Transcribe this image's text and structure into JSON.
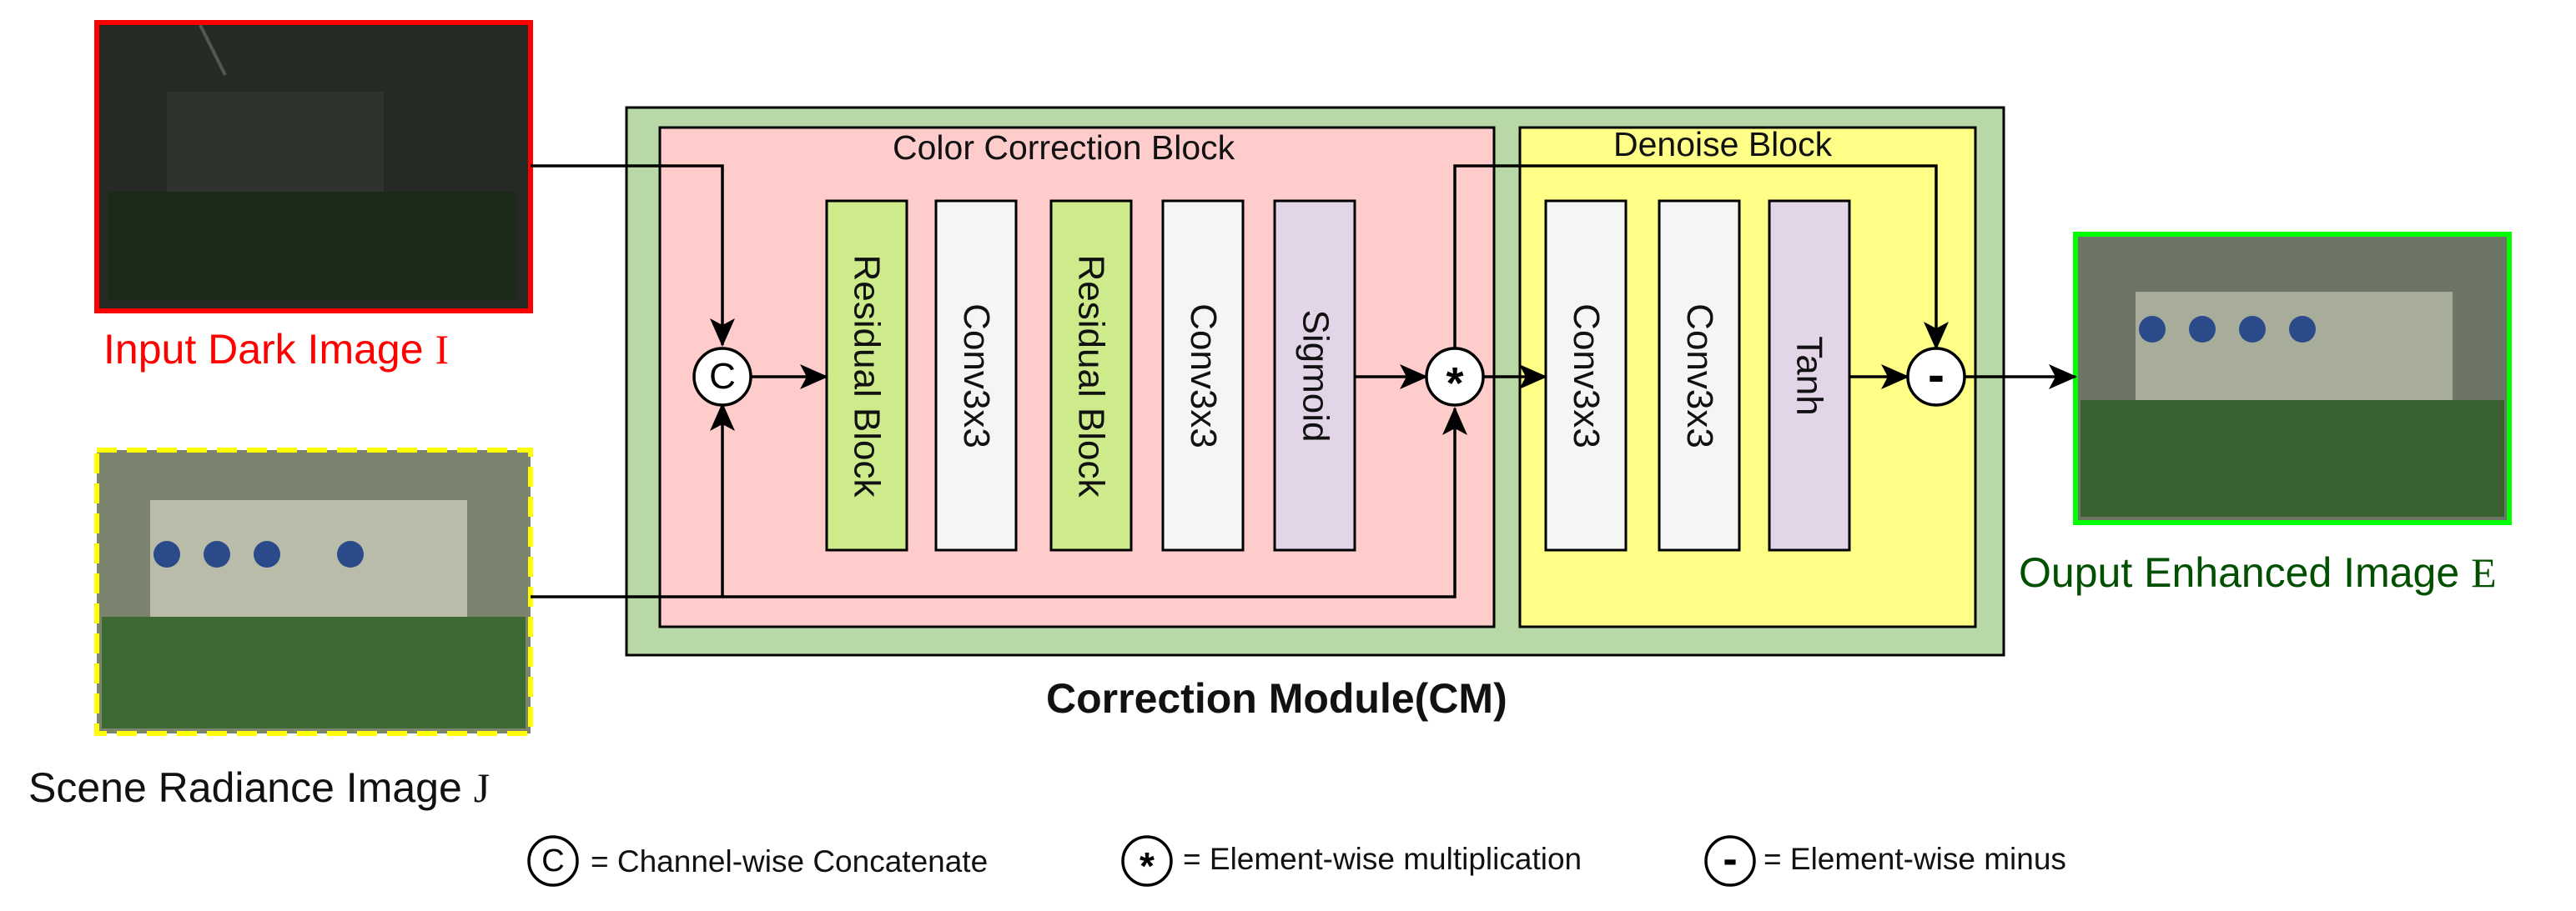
{
  "inputs": {
    "dark_image_label": "Input Dark Image",
    "dark_image_symbol": "I",
    "scene_image_label": "Scene Radiance Image",
    "scene_image_symbol": "J"
  },
  "output": {
    "label": "Ouput Enhanced Image",
    "symbol": "E"
  },
  "module": {
    "title": "Correction Module(CM)",
    "color_block": {
      "title": "Color Correction Block",
      "layers": [
        "Residual Block",
        "Conv3x3",
        "Residual Block",
        "Conv3x3",
        "Sigmoid"
      ]
    },
    "denoise_block": {
      "title": "Denoise Block",
      "layers": [
        "Conv3x3",
        "Conv3x3",
        "Tanh"
      ]
    }
  },
  "operators": {
    "concat_symbol": "C",
    "mult_symbol": "*",
    "minus_symbol": "-"
  },
  "legend": [
    {
      "symbol": "C",
      "text": "= Channel-wise Concatenate"
    },
    {
      "symbol": "*",
      "text": "= Element-wise multiplication"
    },
    {
      "symbol": "-",
      "text": "= Element-wise minus"
    }
  ],
  "colors": {
    "module_bg": "#b8d8a8",
    "color_block_bg": "#ffcccc",
    "denoise_block_bg": "#ffff88",
    "residual_fill": "#cdeb8b",
    "conv_fill": "#f5f5f5",
    "activation_fill": "#e1d5e7",
    "dark_image_border": "#ff0000",
    "scene_image_border": "#ffff00",
    "output_image_border": "#00ff00",
    "input_label_color": "#ff0000",
    "output_label_color": "#005000"
  }
}
